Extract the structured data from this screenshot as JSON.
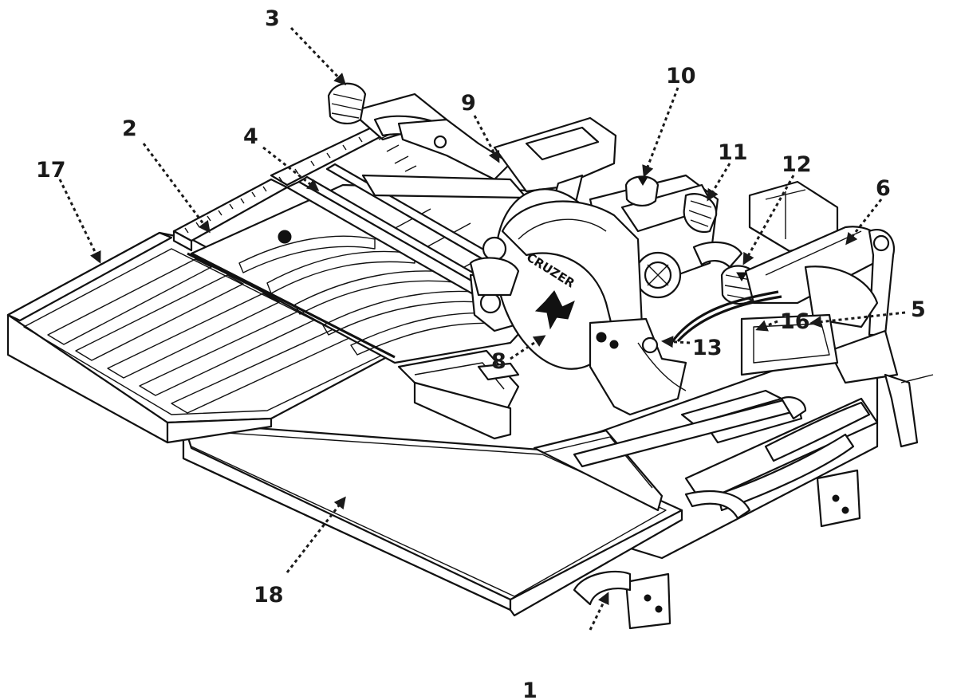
{
  "diagram": {
    "blade_brand": "CRUZER",
    "callouts": [
      {
        "id": "c1",
        "label": "1"
      },
      {
        "id": "c2",
        "label": "2"
      },
      {
        "id": "c3",
        "label": "3"
      },
      {
        "id": "c4",
        "label": "4"
      },
      {
        "id": "c5",
        "label": "5"
      },
      {
        "id": "c6",
        "label": "6"
      },
      {
        "id": "c8",
        "label": "8"
      },
      {
        "id": "c9",
        "label": "9"
      },
      {
        "id": "c10",
        "label": "10"
      },
      {
        "id": "c11",
        "label": "11"
      },
      {
        "id": "c12",
        "label": "12"
      },
      {
        "id": "c13",
        "label": "13"
      },
      {
        "id": "c16",
        "label": "16"
      },
      {
        "id": "c17",
        "label": "17"
      },
      {
        "id": "c18",
        "label": "18"
      }
    ]
  }
}
